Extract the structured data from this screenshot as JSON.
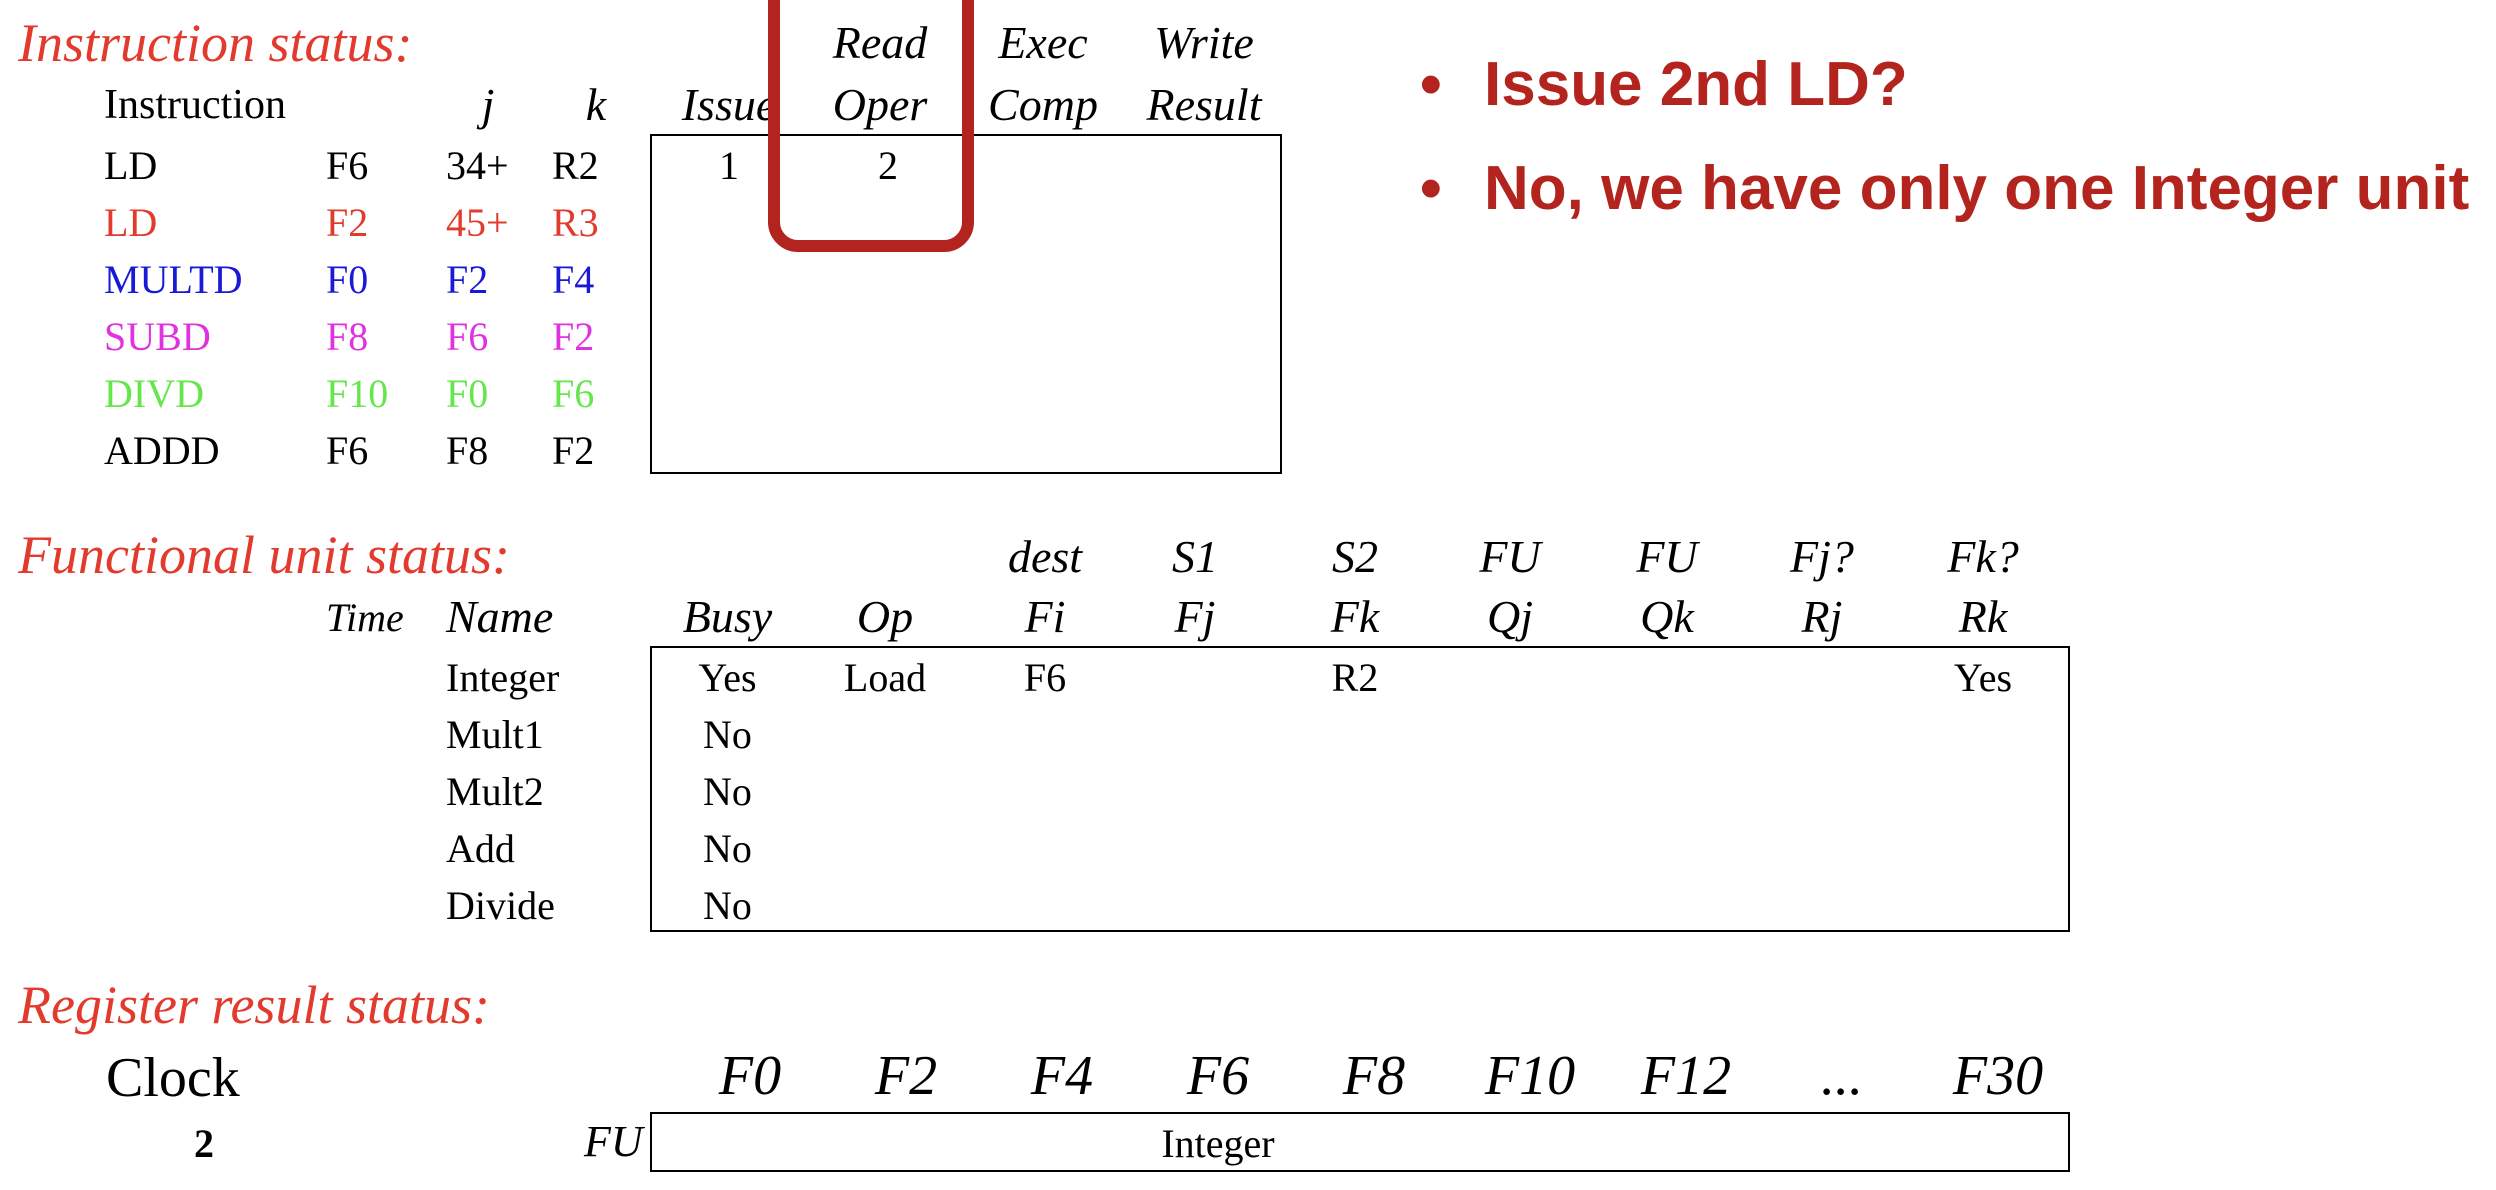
{
  "instruction_status": {
    "title": "Instruction status:",
    "headers": {
      "instruction": "Instruction",
      "j": "j",
      "k": "k",
      "read_top": "Read",
      "exec_top": "Exec",
      "write_top": "Write",
      "issue": "Issue",
      "read_bottom": "Oper",
      "exec_bottom": "Comp",
      "write_bottom": "Result"
    },
    "rows": [
      {
        "op": "LD",
        "dest": "F6",
        "j": "34+",
        "k": "R2",
        "issue": "1",
        "read": "2",
        "exec": "",
        "write": "",
        "color": "#000000"
      },
      {
        "op": "LD",
        "dest": "F2",
        "j": "45+",
        "k": "R3",
        "issue": "",
        "read": "",
        "exec": "",
        "write": "",
        "color": "#e23a2d"
      },
      {
        "op": "MULTD",
        "dest": "F0",
        "j": "F2",
        "k": "F4",
        "issue": "",
        "read": "",
        "exec": "",
        "write": "",
        "color": "#1a1ad6"
      },
      {
        "op": "SUBD",
        "dest": "F8",
        "j": "F6",
        "k": "F2",
        "issue": "",
        "read": "",
        "exec": "",
        "write": "",
        "color": "#e033e0"
      },
      {
        "op": "DIVD",
        "dest": "F10",
        "j": "F0",
        "k": "F6",
        "issue": "",
        "read": "",
        "exec": "",
        "write": "",
        "color": "#66e64d"
      },
      {
        "op": "ADDD",
        "dest": "F6",
        "j": "F8",
        "k": "F2",
        "issue": "",
        "read": "",
        "exec": "",
        "write": "",
        "color": "#000000"
      }
    ]
  },
  "bullets": [
    "Issue 2nd LD?",
    "No, we have only one Integer unit"
  ],
  "functional_unit_status": {
    "title": "Functional unit status:",
    "headers_top": {
      "dest": "dest",
      "s1": "S1",
      "s2": "S2",
      "fuqj": "FU",
      "fuqk": "FU",
      "rj": "Fj?",
      "rk": "Fk?"
    },
    "headers_bottom": {
      "time": "Time",
      "name": "Name",
      "busy": "Busy",
      "op": "Op",
      "fi": "Fi",
      "fj": "Fj",
      "fk": "Fk",
      "qj": "Qj",
      "qk": "Qk",
      "rj": "Rj",
      "rk": "Rk"
    },
    "rows": [
      {
        "time": "",
        "name": "Integer",
        "busy": "Yes",
        "op": "Load",
        "fi": "F6",
        "fj": "",
        "fk": "R2",
        "qj": "",
        "qk": "",
        "rj": "",
        "rk": "Yes"
      },
      {
        "time": "",
        "name": "Mult1",
        "busy": "No",
        "op": "",
        "fi": "",
        "fj": "",
        "fk": "",
        "qj": "",
        "qk": "",
        "rj": "",
        "rk": ""
      },
      {
        "time": "",
        "name": "Mult2",
        "busy": "No",
        "op": "",
        "fi": "",
        "fj": "",
        "fk": "",
        "qj": "",
        "qk": "",
        "rj": "",
        "rk": ""
      },
      {
        "time": "",
        "name": "Add",
        "busy": "No",
        "op": "",
        "fi": "",
        "fj": "",
        "fk": "",
        "qj": "",
        "qk": "",
        "rj": "",
        "rk": ""
      },
      {
        "time": "",
        "name": "Divide",
        "busy": "No",
        "op": "",
        "fi": "",
        "fj": "",
        "fk": "",
        "qj": "",
        "qk": "",
        "rj": "",
        "rk": ""
      }
    ]
  },
  "register_result_status": {
    "title": "Register result status:",
    "clock_label": "Clock",
    "clock_value": "2",
    "fu_label": "FU",
    "registers": [
      "F0",
      "F2",
      "F4",
      "F6",
      "F8",
      "F10",
      "F12",
      "...",
      "F30"
    ],
    "values": [
      "",
      "",
      "",
      "Integer",
      "",
      "",
      "",
      "",
      ""
    ]
  },
  "colors": {
    "section_title": "#e23a2d",
    "highlight": "#b3241e",
    "bullet_text": "#b3241e"
  }
}
